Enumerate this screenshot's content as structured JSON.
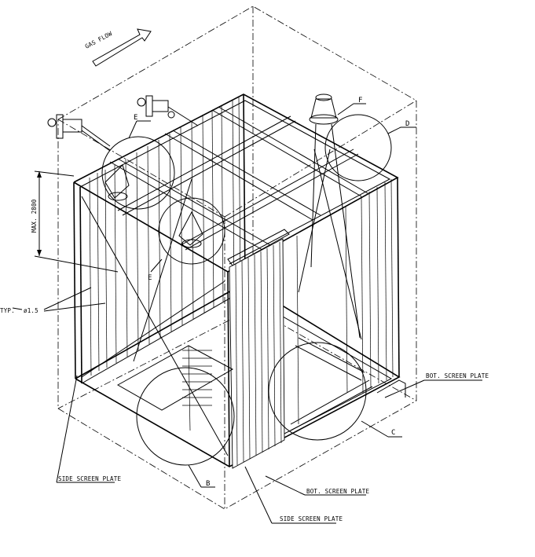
{
  "labels": {
    "gas_flow": "GAS FLOW",
    "max_dim": "MAX. 2800",
    "typ": "TYP.",
    "typ_marker": "ø1.5",
    "side_screen_plate_left": "SIDE SCREEN PLATE",
    "side_screen_plate_bottom": "SIDE SCREEN PLATE",
    "bot_screen_plate_right": "BOT. SCREEN PLATE",
    "bot_screen_plate_bottom": "BOT. SCREEN PLATE"
  },
  "detail_callouts": {
    "b": "B",
    "c": "C",
    "d": "D",
    "e": "E",
    "f": "F",
    "g": "E"
  }
}
